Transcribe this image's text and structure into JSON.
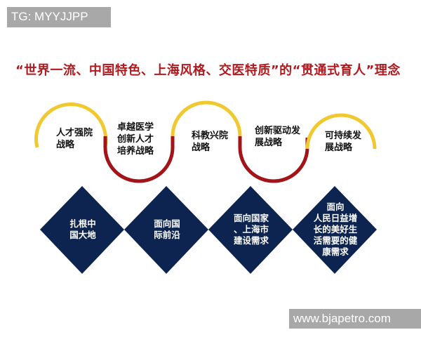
{
  "watermark_top": "TG: MYYJJPP",
  "watermark_bottom": "www.bjapetro.com",
  "title": "“世界一流、中国特色、上海风格、交医特质”的“贯通式育人”理念",
  "colors": {
    "title": "#b01a1f",
    "arc_yellow": "#f0c830",
    "arc_red": "#a31419",
    "diamond": "#0d2350",
    "watermark_bg": "#a8a8a8"
  },
  "strategies": [
    {
      "line1": "人才强院",
      "line2": "战略",
      "line3": ""
    },
    {
      "line1": "卓越医学",
      "line2": "创新人才",
      "line3": "培养战略"
    },
    {
      "line1": "科教兴院",
      "line2": "战略",
      "line3": ""
    },
    {
      "line1": "创新驱动发",
      "line2": "展战略",
      "line3": ""
    },
    {
      "line1": "可持续发",
      "line2": "展战略",
      "line3": ""
    }
  ],
  "orientations": [
    {
      "text": "扎根中\n国大地"
    },
    {
      "text": "面向国\n际前沿"
    },
    {
      "text": "面向国家\n、上海市\n建设需求"
    },
    {
      "text": "面向\n人民日益增\n长的美好生\n活需要的健\n康需求"
    }
  ]
}
